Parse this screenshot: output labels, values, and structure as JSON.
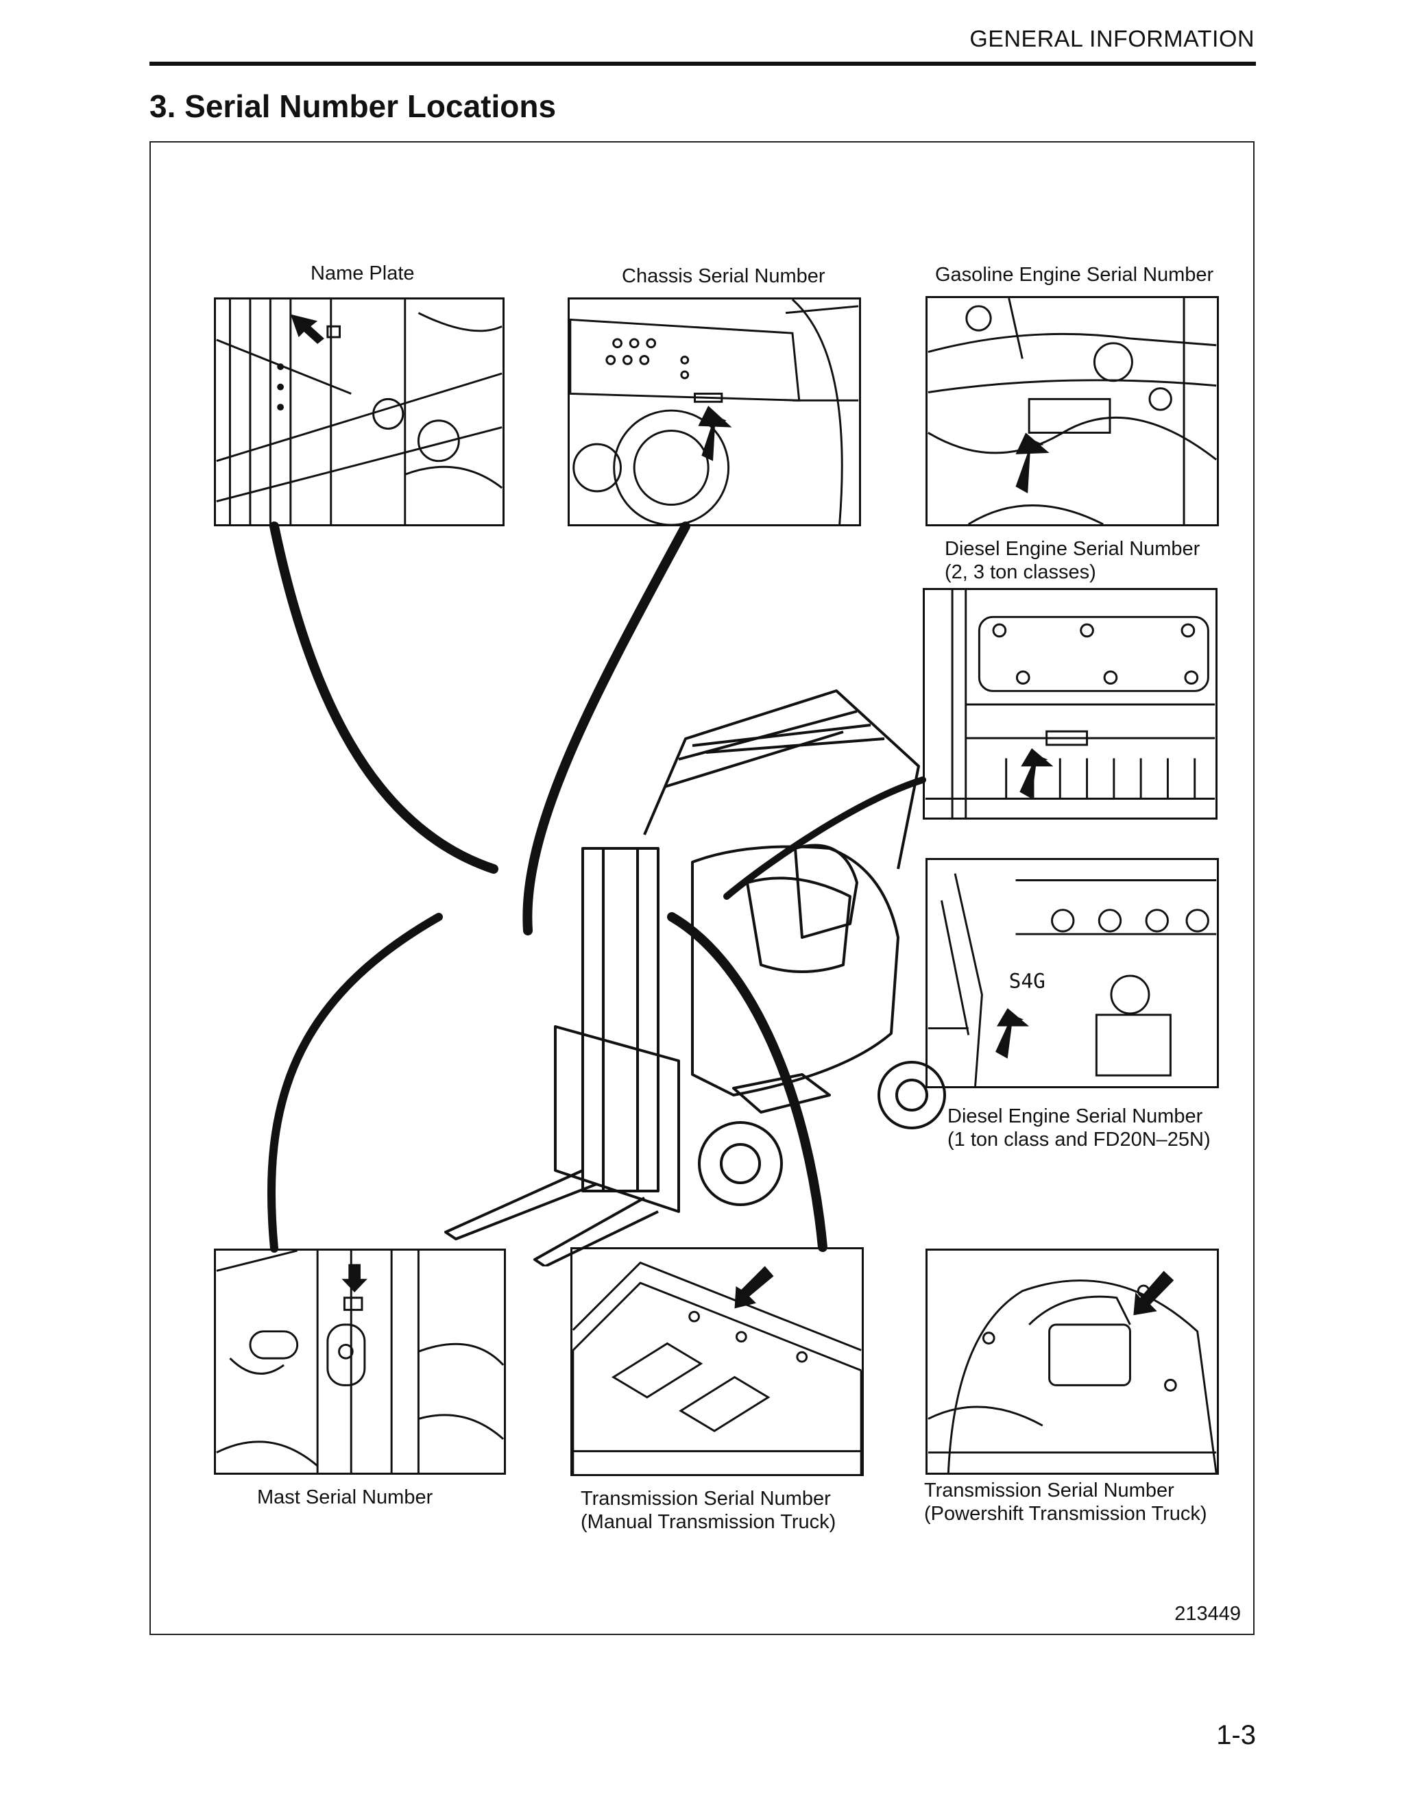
{
  "header": {
    "section": "GENERAL INFORMATION"
  },
  "page": {
    "title": "3. Serial Number Locations",
    "number": "1-3"
  },
  "figure": {
    "code": "213449",
    "captions": {
      "name_plate": "Name Plate",
      "chassis": "Chassis Serial Number",
      "gasoline_engine": "Gasoline Engine Serial Number",
      "diesel_engine_2_3": "Diesel Engine Serial Number\n(2, 3 ton classes)",
      "diesel_engine_1": "Diesel Engine Serial Number\n(1 ton class and FD20N–25N)",
      "mast": "Mast Serial Number",
      "transmission_manual": "Transmission Serial Number\n(Manual Transmission Truck)",
      "transmission_powershift": "Transmission Serial Number\n(Powershift Transmission Truck)"
    }
  }
}
